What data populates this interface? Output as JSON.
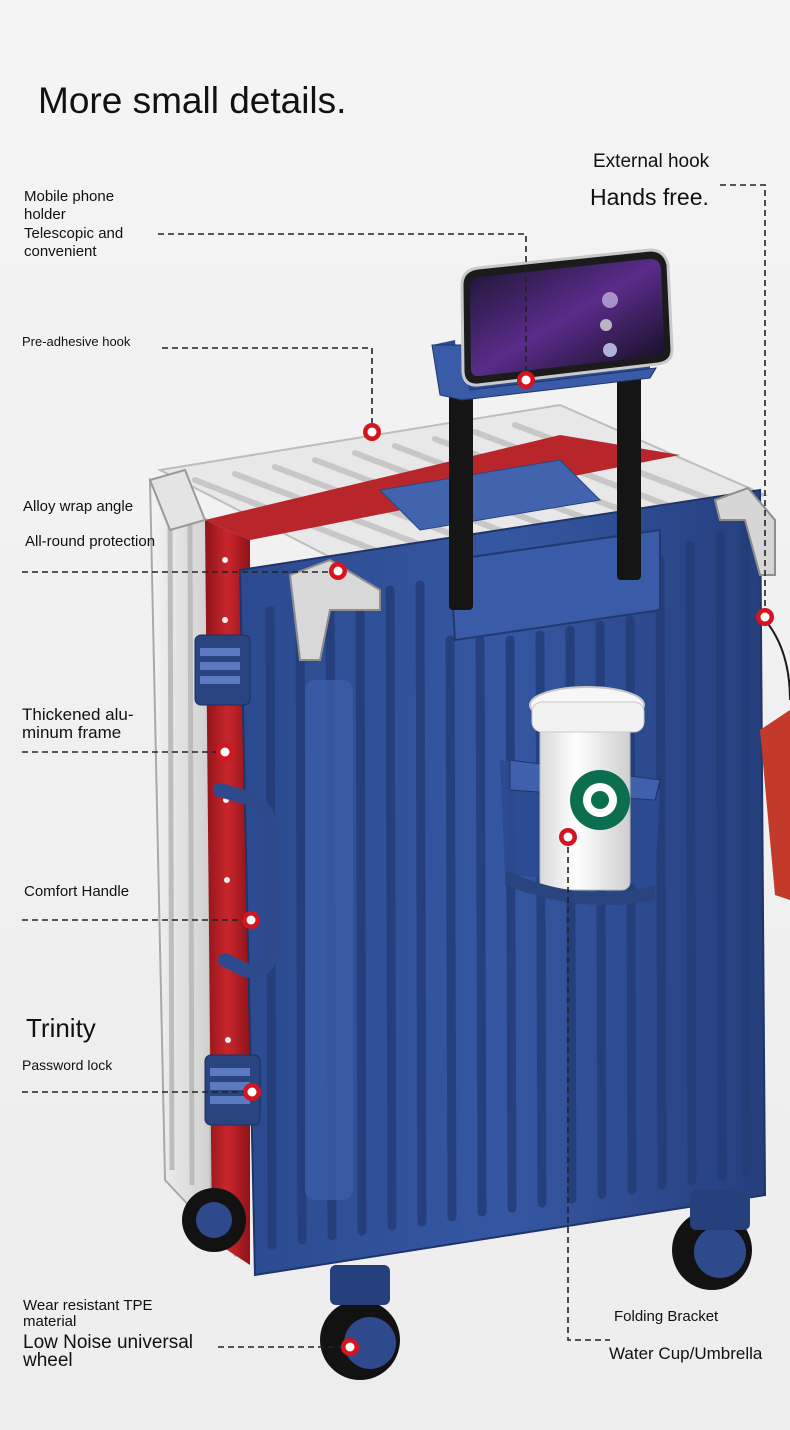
{
  "colors": {
    "background": "#f2f2f2",
    "suitcase_blue": "#2f4f96",
    "frame_red": "#b8252b",
    "shell_silver": "#dcdcdc",
    "marker_red": "#d4151f",
    "leader_line": "#222222"
  },
  "heading": "More small details.",
  "labels": {
    "phone_holder_1": "Mobile phone",
    "phone_holder_2": "holder",
    "phone_holder_3": "Telescopic and",
    "phone_holder_4": "convenient",
    "pre_adhesive_hook": "Pre-adhesive hook",
    "alloy_wrap_angle": "Alloy wrap angle",
    "all_round_protection": "All-round protection",
    "thickened_frame_1": "Thickened alu-",
    "thickened_frame_2": "minum frame",
    "comfort_handle": "Comfort Handle",
    "trinity": "Trinity",
    "password_lock": "Password lock",
    "wheel_1": "Wear resistant TPE",
    "wheel_2": "material",
    "wheel_3": "Low Noise universal",
    "wheel_4": "wheel",
    "external_hook": "External hook",
    "hands_free": "Hands free.",
    "folding_bracket": "Folding Bracket",
    "water_cup": "Water Cup/Umbrella"
  },
  "icons": {
    "marker": "red-dot-marker-icon",
    "cup_logo": "siren-logo-icon"
  }
}
